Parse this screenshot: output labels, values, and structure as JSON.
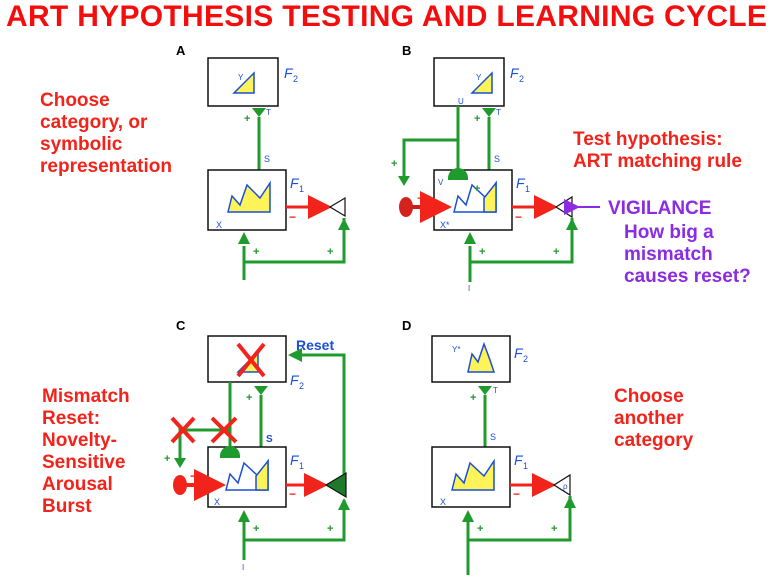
{
  "title": "ART HYPOTHESIS TESTING AND LEARNING CYCLE",
  "colors": {
    "red": "#f2231a",
    "green": "#1f9a2c",
    "blue": "#1a4fd6",
    "yellow": "#fff35a",
    "purple": "#8b2be2"
  },
  "notes": {
    "choose": "Choose\ncategory, or\nsymbolic\nrepresentation",
    "test": "Test hypothesis:\nART matching rule",
    "vigilance": "VIGILANCE",
    "vigilance_q": "How big a\nmismatch\ncauses reset?",
    "mismatch": "Mismatch\nReset:\nNovelty-\nSensitive\nArousal\nBurst",
    "another": "Choose\nanother\ncategory"
  },
  "panels": {
    "a": {
      "label": "A"
    },
    "b": {
      "label": "B"
    },
    "c": {
      "label": "C"
    },
    "d": {
      "label": "D"
    }
  },
  "symbols": {
    "f2_main": "F",
    "f2_sub": "2",
    "f1_main": "F",
    "f1_sub": "1",
    "y": "Y",
    "y_star": "Y*",
    "t": "T",
    "s": "S",
    "u": "U",
    "v": "V",
    "x": "X",
    "x_star": "X*",
    "i": "I",
    "rho": "ρ",
    "plus": "+",
    "minus": "−",
    "reset": "Reset"
  }
}
